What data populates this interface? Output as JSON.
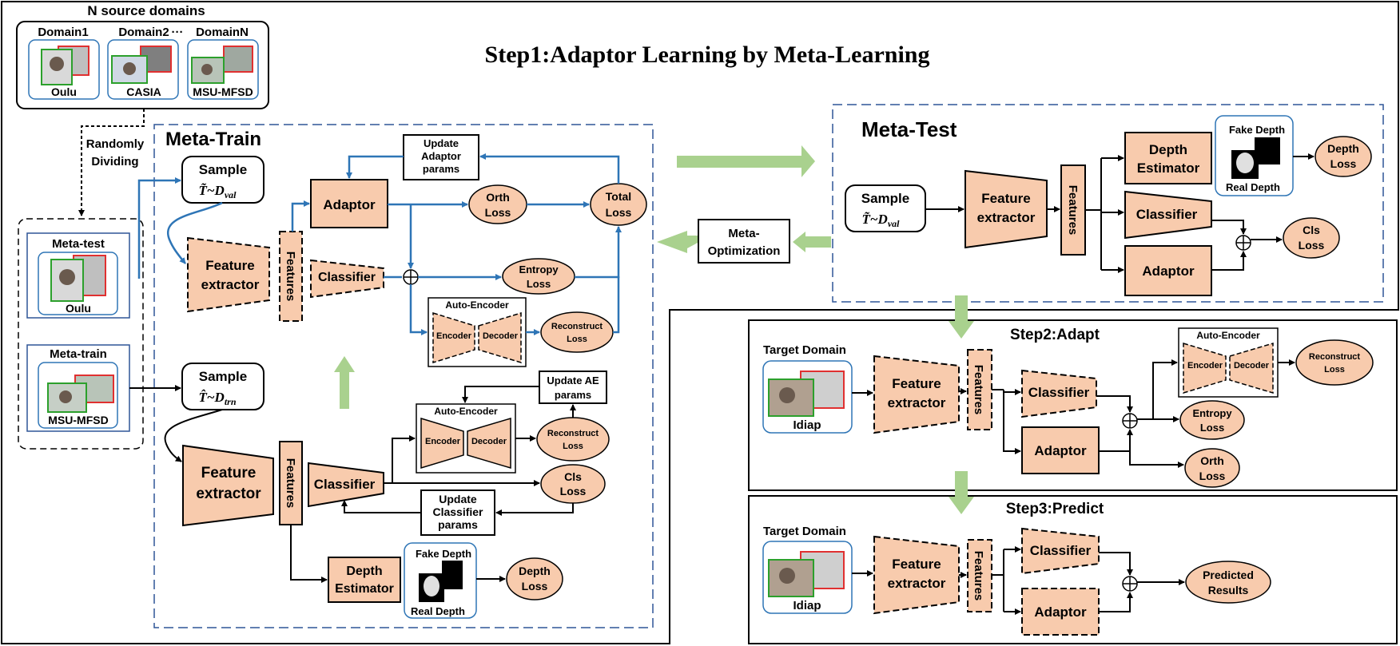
{
  "title": "Step1:Adaptor Learning by Meta-Learning",
  "source": {
    "header": "N source domains",
    "domain1": "Domain1",
    "domain2": "Domain2",
    "dots": "···",
    "domainN": "DomainN",
    "d1_name": "Oulu",
    "d2_name": "CASIA",
    "dn_name": "MSU-MFSD"
  },
  "split": {
    "dividing_line1": "Randomly",
    "dividing_line2": "Dividing",
    "meta_test_label": "Meta-test",
    "meta_test_name": "Oulu",
    "meta_train_label": "Meta-train",
    "meta_train_name": "MSU-MFSD"
  },
  "meta_train": {
    "title": "Meta-Train",
    "sample": "Sample",
    "sample_val_formula": "T̃~D",
    "sample_val_sub": "val",
    "feature_line1": "Feature",
    "feature_line2": "extractor",
    "features": "Features",
    "classifier": "Classifier",
    "adaptor": "Adaptor",
    "update_adaptor_line1": "Update",
    "update_adaptor_line2": "Adaptor",
    "update_adaptor_line3": "params",
    "orth_line1": "Orth",
    "orth_line2": "Loss",
    "total_line1": "Total",
    "total_line2": "Loss",
    "entropy_line1": "Entropy",
    "entropy_line2": "Loss",
    "auto_encoder": "Auto-Encoder",
    "encoder": "Encoder",
    "decoder": "Decoder",
    "reconstruct_line1": "Reconstruct",
    "reconstruct_line2": "Loss",
    "sample_trn_formula": "T̂~D",
    "sample_trn_sub": "trn",
    "update_ae_line1": "Update AE",
    "update_ae_line2": "params",
    "cls_line1": "Cls",
    "cls_line2": "Loss",
    "update_cls_line1": "Update",
    "update_cls_line2": "Classifier",
    "update_cls_line3": "params",
    "depth_est_line1": "Depth",
    "depth_est_line2": "Estimator",
    "fake_depth": "Fake Depth",
    "real_depth": "Real Depth",
    "depth_loss_line1": "Depth",
    "depth_loss_line2": "Loss"
  },
  "meta_opt": {
    "line1": "Meta-",
    "line2": "Optimization"
  },
  "meta_test": {
    "title": "Meta-Test",
    "sample": "Sample",
    "formula": "T̃~D",
    "sub": "val",
    "feature_line1": "Feature",
    "feature_line2": "extractor",
    "features": "Features",
    "depth_est_line1": "Depth",
    "depth_est_line2": "Estimator",
    "classifier": "Classifier",
    "adaptor": "Adaptor",
    "fake_depth": "Fake Depth",
    "real_depth": "Real Depth",
    "depth_loss_line1": "Depth",
    "depth_loss_line2": "Loss",
    "cls_line1": "Cls",
    "cls_line2": "Loss"
  },
  "step2": {
    "title": "Step2:Adapt",
    "target": "Target Domain",
    "target_name": "Idiap",
    "feature_line1": "Feature",
    "feature_line2": "extractor",
    "features": "Features",
    "classifier": "Classifier",
    "adaptor": "Adaptor",
    "auto_encoder": "Auto-Encoder",
    "encoder": "Encoder",
    "decoder": "Decoder",
    "reconstruct_line1": "Reconstruct",
    "reconstruct_line2": "Loss",
    "entropy_line1": "Entropy",
    "entropy_line2": "Loss",
    "orth_line1": "Orth",
    "orth_line2": "Loss"
  },
  "step3": {
    "title": "Step3:Predict",
    "target": "Target Domain",
    "target_name": "Idiap",
    "feature_line1": "Feature",
    "feature_line2": "extractor",
    "features": "Features",
    "classifier": "Classifier",
    "adaptor": "Adaptor",
    "pred_line1": "Predicted",
    "pred_line2": "Results"
  },
  "colors": {
    "module_fill": "#f8cbad",
    "blue_line": "#2e75b6",
    "green_arrow": "#a9d18e",
    "frame_blue": "#2f5597"
  }
}
